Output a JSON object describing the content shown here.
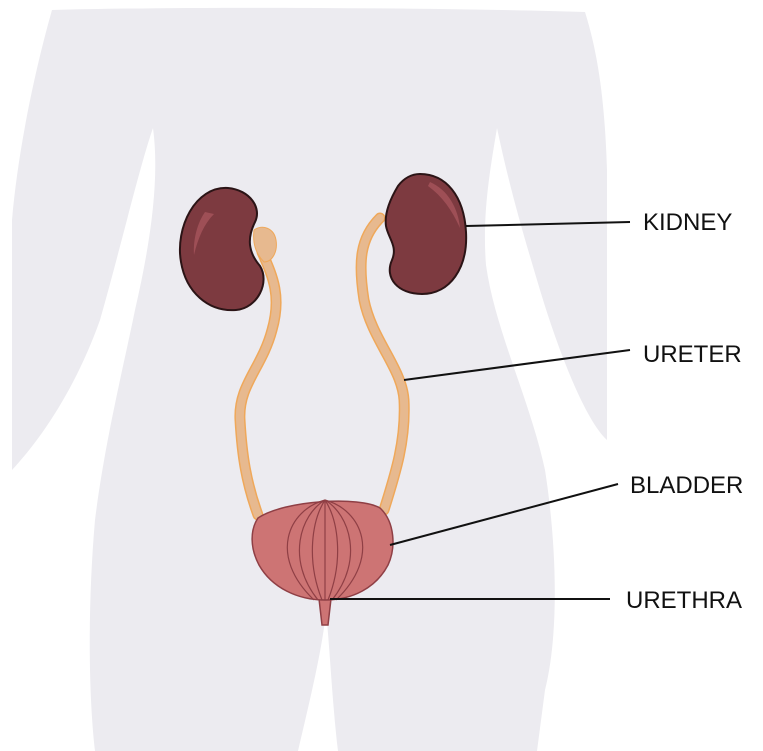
{
  "labels": {
    "kidney": "KIDNEY",
    "ureter": "URETER",
    "bladder": "BLADDER",
    "urethra": "URETHRA"
  },
  "colors": {
    "body_silhouette": "#ecebf0",
    "kidney": "#7d3a40",
    "kidney_highlight": "#9e4f56",
    "ureter": "#e7b98f",
    "ureter_outline": "#efa85a",
    "bladder": "#cd7474",
    "bladder_line": "#8f3f45",
    "leader_line": "#111111"
  }
}
